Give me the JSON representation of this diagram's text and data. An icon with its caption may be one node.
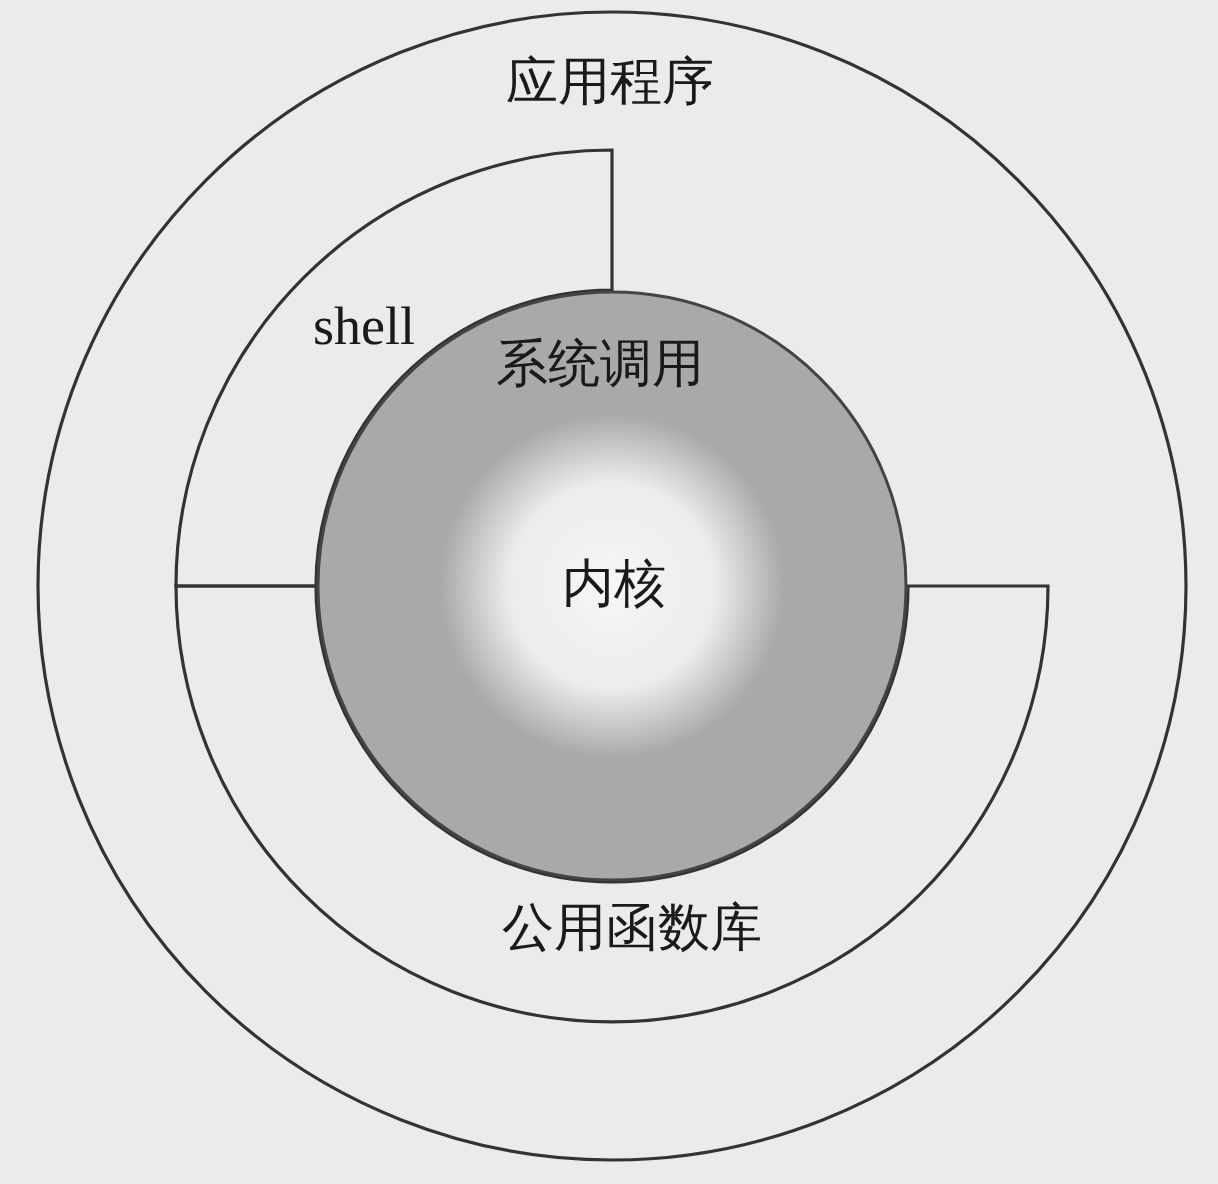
{
  "diagram": {
    "nodes": [
      {
        "text": [
          "应用程序"
        ]
      },
      {
        "text": [
          "shell"
        ],
        "in": 0
      },
      {
        "text": [
          "公用函数库"
        ],
        "in": 0
      },
      {
        "text": [
          "系统调用"
        ],
        "in": 0
      },
      {
        "text": [
          "内核"
        ],
        "in": 3
      }
    ]
  }
}
